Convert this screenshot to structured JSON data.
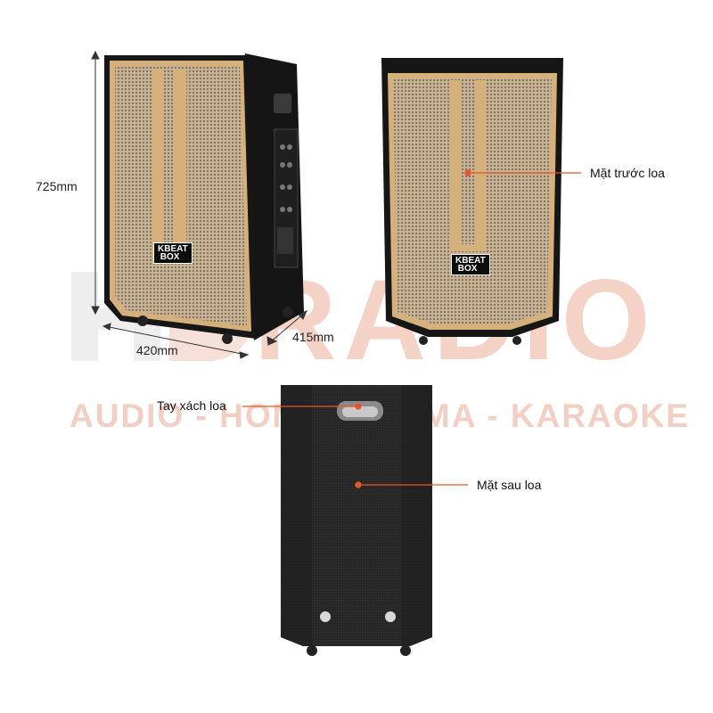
{
  "watermark": {
    "brand": "RADIO",
    "tagline": "AUDIO - HOME CINEMA - KARAOKE"
  },
  "dimensions": {
    "height": "725mm",
    "width": "420mm",
    "depth": "415mm"
  },
  "callouts": {
    "front": "Mặt trước loa",
    "handle": "Tay xách loa",
    "back": "Mặt sau loa"
  },
  "logo": {
    "line1": "BEAT",
    "line2": "BOX",
    "initial": "K"
  },
  "colors": {
    "cabinet": "#1b1b1b",
    "grille": "#c7b193",
    "gold_trim": "#d6b07a",
    "callout_line": "#e8542a",
    "watermark": "#f2cfc2"
  }
}
